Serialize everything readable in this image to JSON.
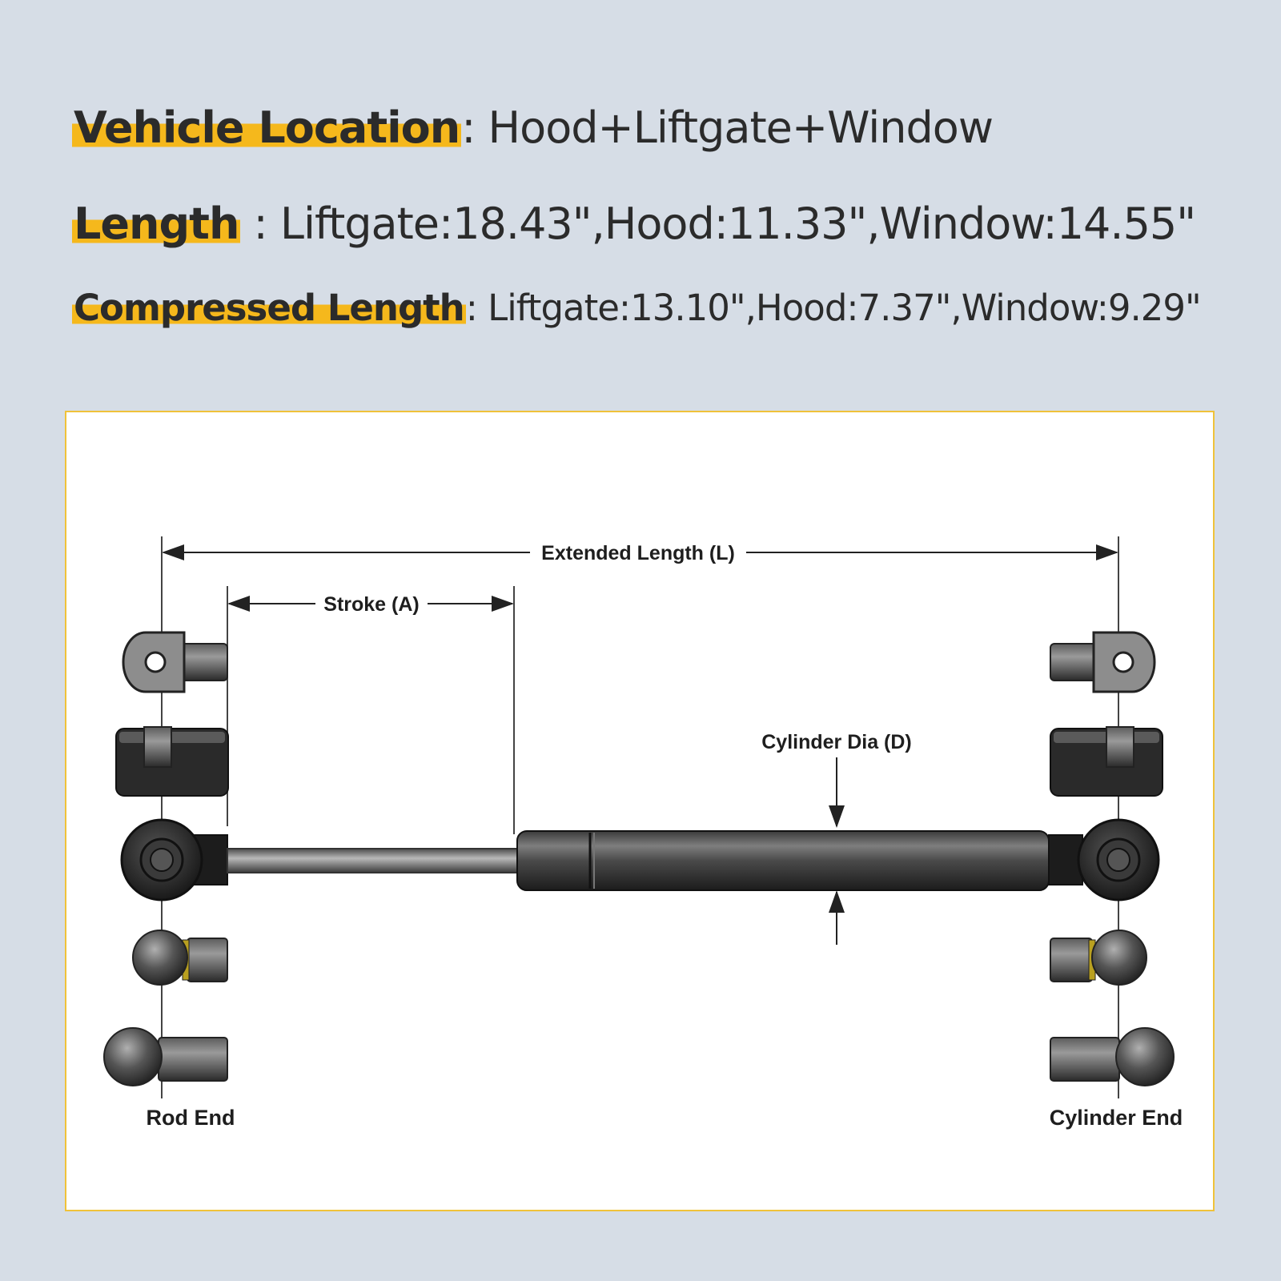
{
  "specs": {
    "location": {
      "key": "Vehicle Location",
      "value": ": Hood+Liftgate+Window"
    },
    "length": {
      "key": "Length",
      "value": " : Liftgate:18.43\",Hood:11.33\",Window:14.55\""
    },
    "compressed": {
      "key": "Compressed Length",
      "value": ": Liftgate:13.10\",Hood:7.37\",Window:9.29\""
    }
  },
  "diagram": {
    "extended_length_label": "Extended Length (L)",
    "stroke_label": "Stroke (A)",
    "cylinder_dia_label": "Cylinder Dia (D)",
    "rod_end_label": "Rod End",
    "cylinder_end_label": "Cylinder End"
  },
  "colors": {
    "background": "#d6dde6",
    "highlight": "#f5b81c",
    "panel_border": "#f0c23a"
  }
}
